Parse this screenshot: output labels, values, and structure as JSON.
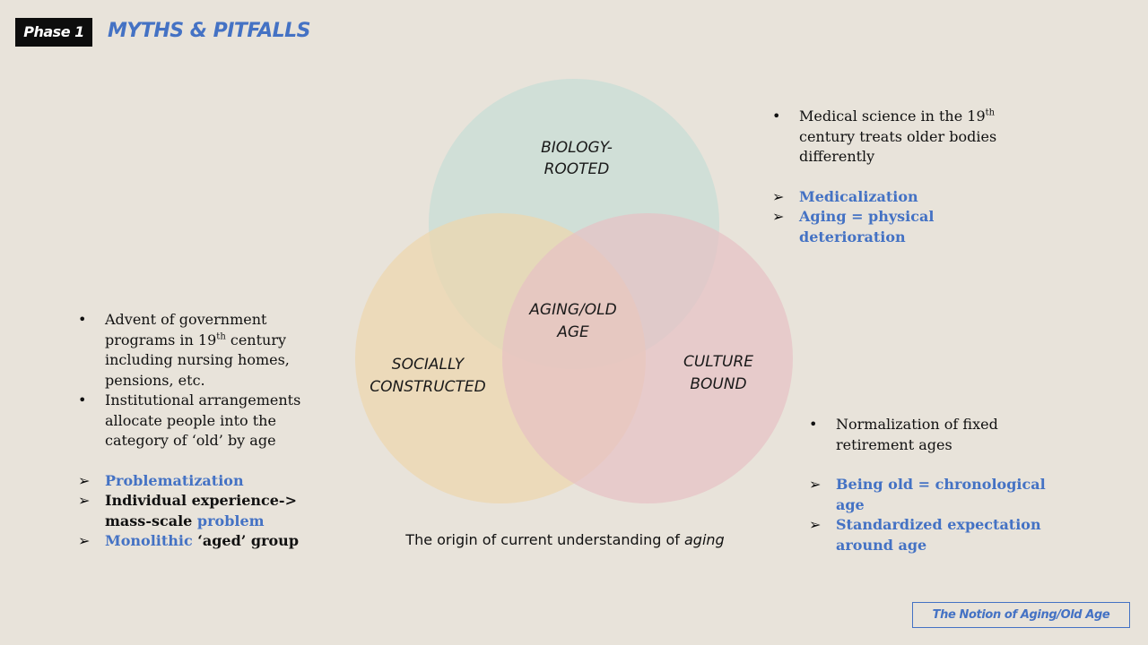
{
  "header": {
    "phase": "Phase 1",
    "title": "MYTHS & PITFALLS"
  },
  "colors": {
    "accent": "#4472c4",
    "background": "#e8e3da",
    "circle_top": "#c9ddd6",
    "circle_left": "#eed6ac",
    "circle_right": "#e7c0c4"
  },
  "venn": {
    "top_line1": "BIOLOGY-",
    "top_line2": "ROOTED",
    "left_line1": "SOCIALLY",
    "left_line2": "CONSTRUCTED",
    "right_line1": "CULTURE",
    "right_line2": "BOUND",
    "center_line1": "AGING/OLD",
    "center_line2": "AGE"
  },
  "caption": {
    "text": "The origin of current understanding of ",
    "italic": "aging"
  },
  "left": {
    "b1_pre": "Advent of government programs in 19",
    "b1_sup": "th",
    "b1_post": " century including nursing homes, pensions, etc.",
    "b2": "Institutional arrangements allocate people into the category of ‘old’ by age",
    "a1": "Problematization",
    "a2_bold": "Individual experience-> mass-scale ",
    "a2_blue": "problem",
    "a3_blue": "Monolithic",
    "a3_bold": " ‘aged’ group"
  },
  "right_top": {
    "b1_pre": "Medical science in the 19",
    "b1_sup": "th",
    "b1_post": " century treats older bodies differently",
    "a1": "Medicalization",
    "a2": "Aging = physical deterioration"
  },
  "right_bottom": {
    "b1": "Normalization of fixed retirement ages",
    "a1": "Being old = chronological age",
    "a2": "Standardized expectation around age"
  },
  "footer": {
    "label": "The Notion of Aging/Old Age"
  }
}
